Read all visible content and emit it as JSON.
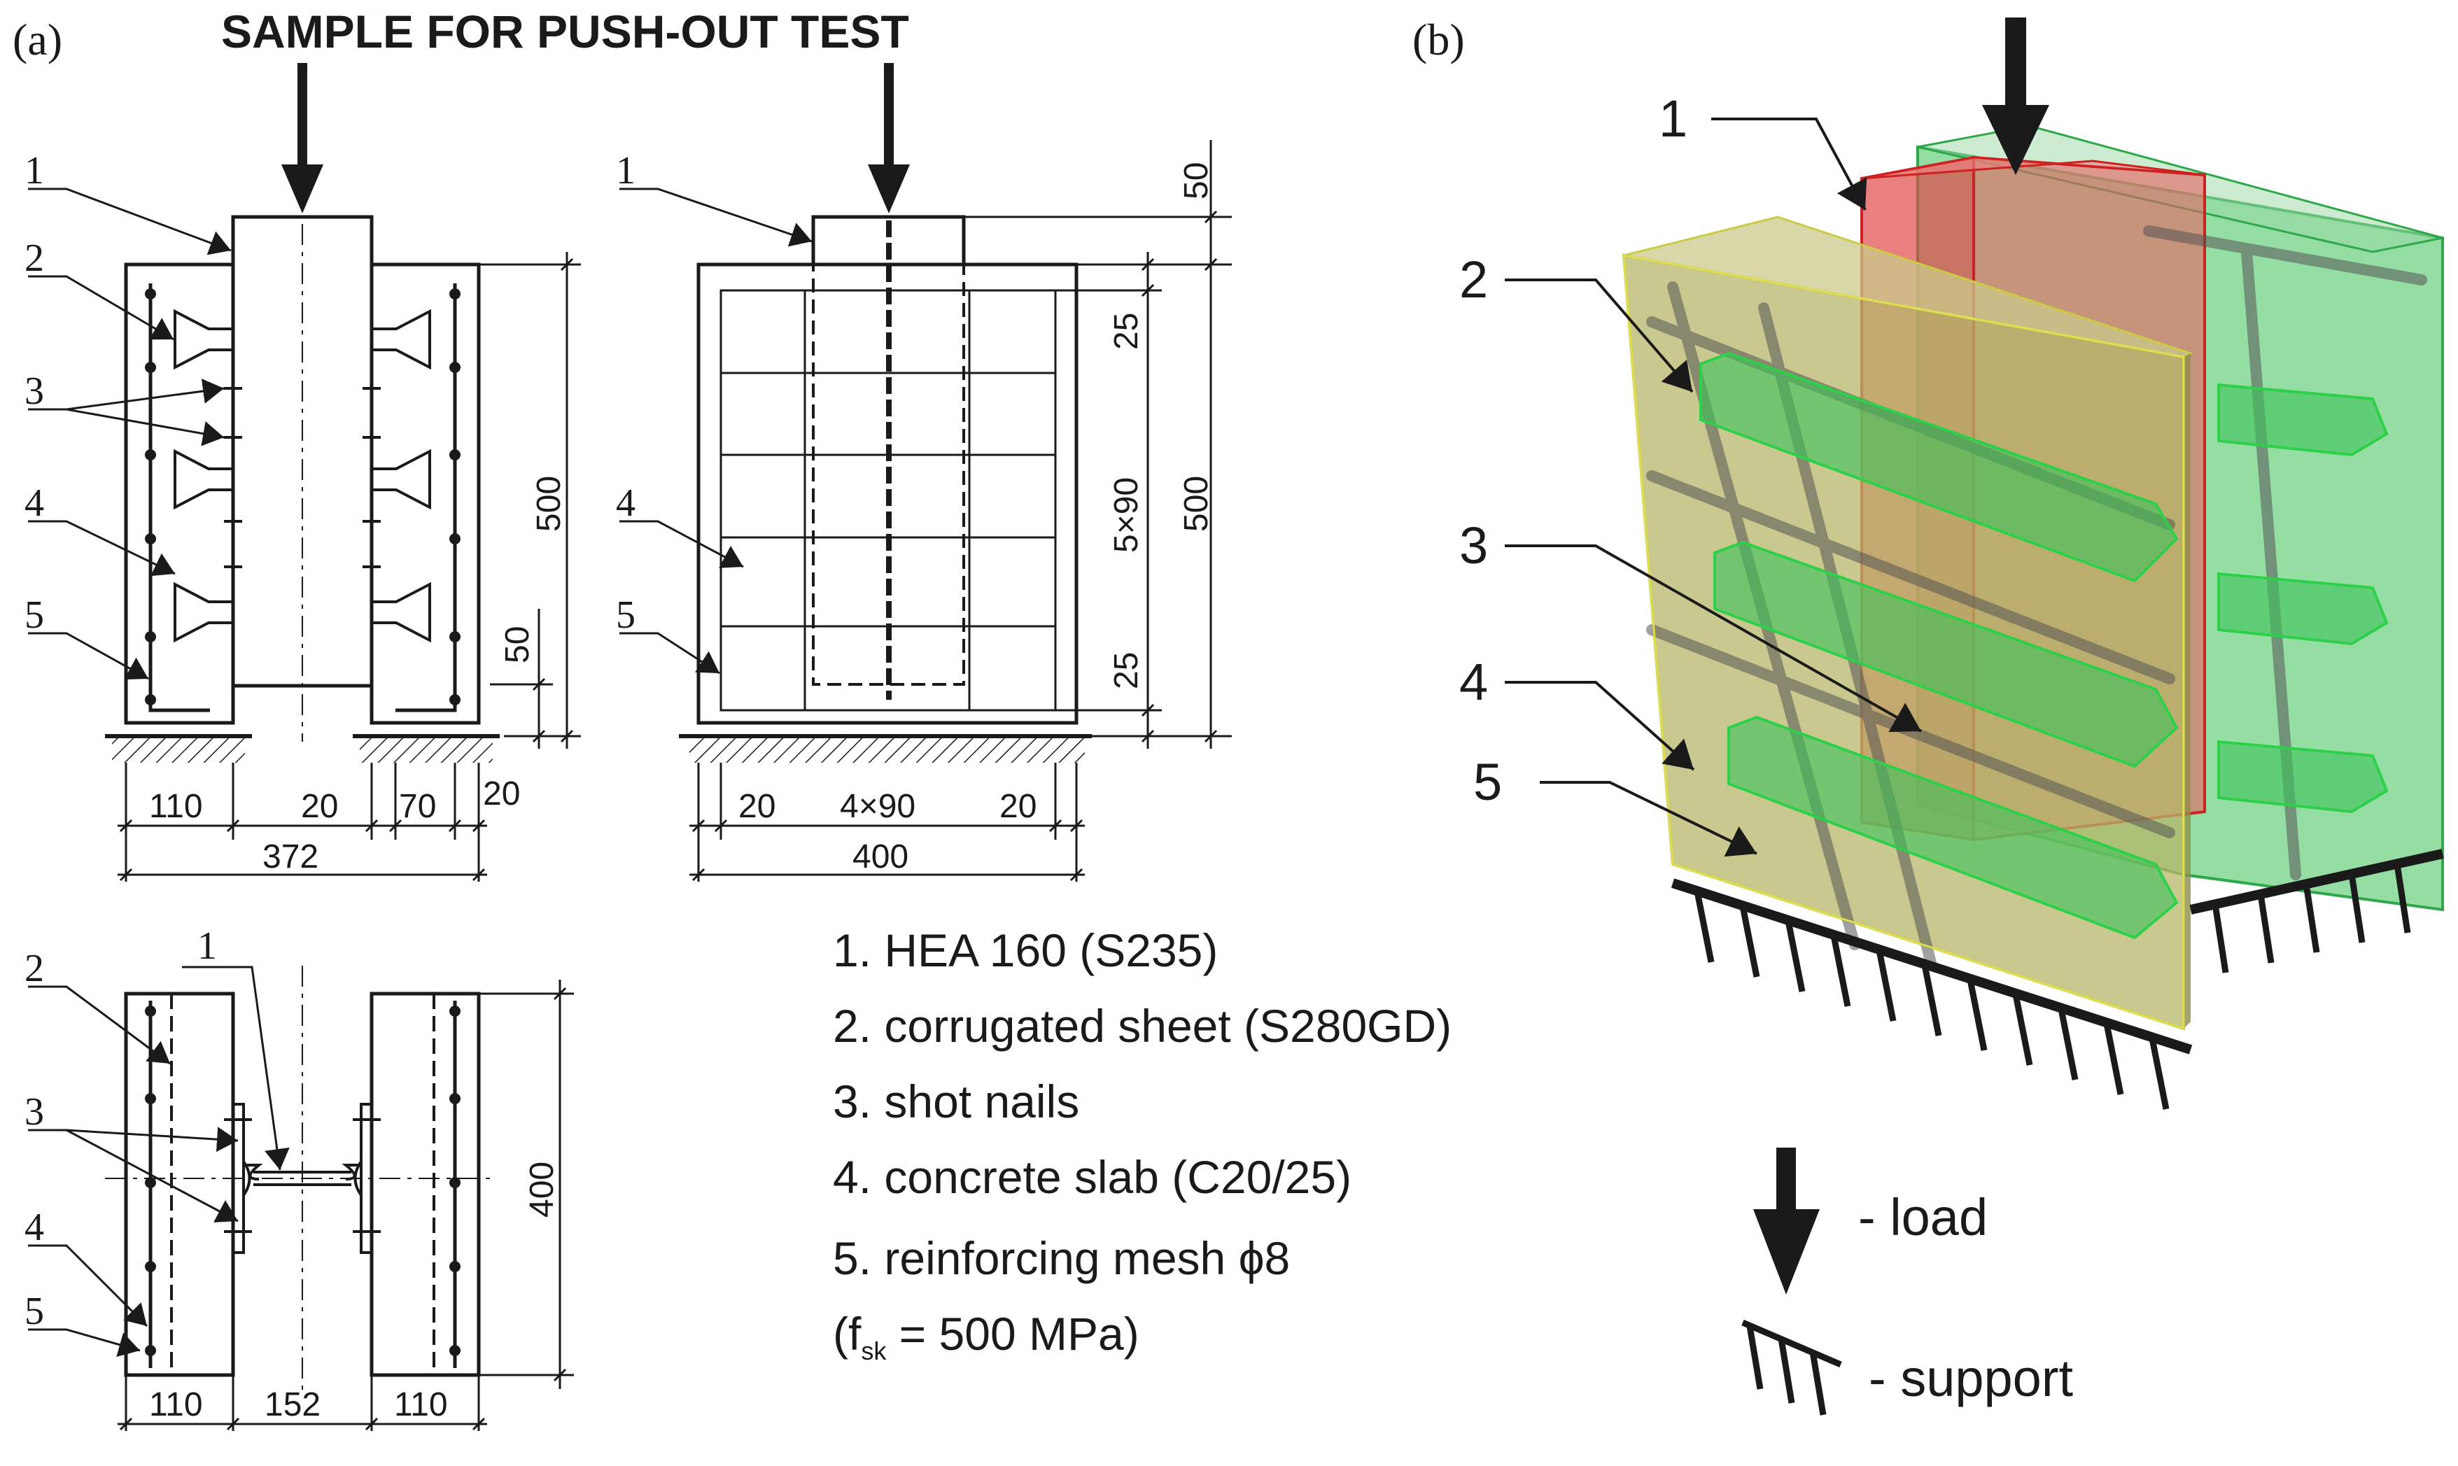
{
  "panel_a": {
    "tag": "(a)",
    "title": "SAMPLE FOR PUSH-OUT TEST",
    "elevation": {
      "callouts": [
        "1",
        "2",
        "3",
        "4",
        "5"
      ],
      "dims": {
        "width_slab": "110",
        "gap_left": "20",
        "inner": "70",
        "gap_right": "20",
        "total": "372",
        "height": "500",
        "base": "50"
      }
    },
    "side": {
      "callouts": [
        "1",
        "4",
        "5"
      ],
      "dims": {
        "top": "50",
        "top2": "25",
        "mid": "5×90",
        "bot": "25",
        "height": "500",
        "left": "20",
        "center": "4×90",
        "right": "20",
        "total": "400"
      }
    },
    "plan": {
      "callouts": [
        "1",
        "2",
        "3",
        "4",
        "5"
      ],
      "dims": {
        "left": "110",
        "mid": "152",
        "right": "110",
        "height": "400"
      }
    }
  },
  "legend": {
    "items": [
      "1. HEA 160 (S235)",
      "2. corrugated sheet (S280GD)",
      "3. shot nails",
      "4. concrete slab (C20/25)",
      "5. reinforcing mesh ϕ8"
    ],
    "note_prefix": "(f",
    "note_sub": "sk",
    "note_suffix": " = 500 MPa)"
  },
  "panel_b": {
    "tag": "(b)",
    "callouts": [
      "1",
      "2",
      "3",
      "4",
      "5"
    ],
    "load_label": "- load",
    "support_label": "- support"
  },
  "colors": {
    "concrete": "#b5b56a",
    "steel": "#e04848",
    "sheet": "#3cc35a",
    "line": "#1a1a1a"
  }
}
